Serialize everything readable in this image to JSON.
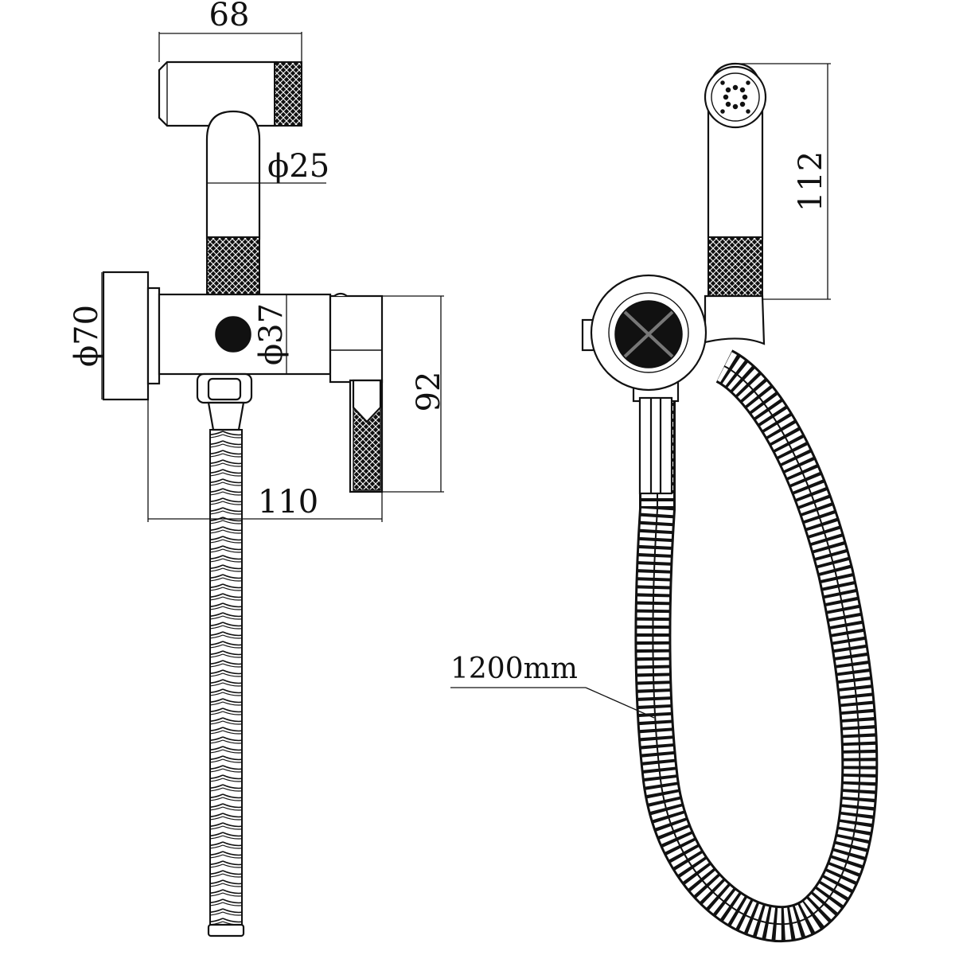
{
  "dimensions": {
    "head_width": "68",
    "neck_diameter": "ϕ25",
    "flange_diameter": "ϕ70",
    "body_diameter": "ϕ37",
    "height_92": "92",
    "depth_110": "110",
    "sprayer_length": "112",
    "hose_length": "1200mm"
  }
}
